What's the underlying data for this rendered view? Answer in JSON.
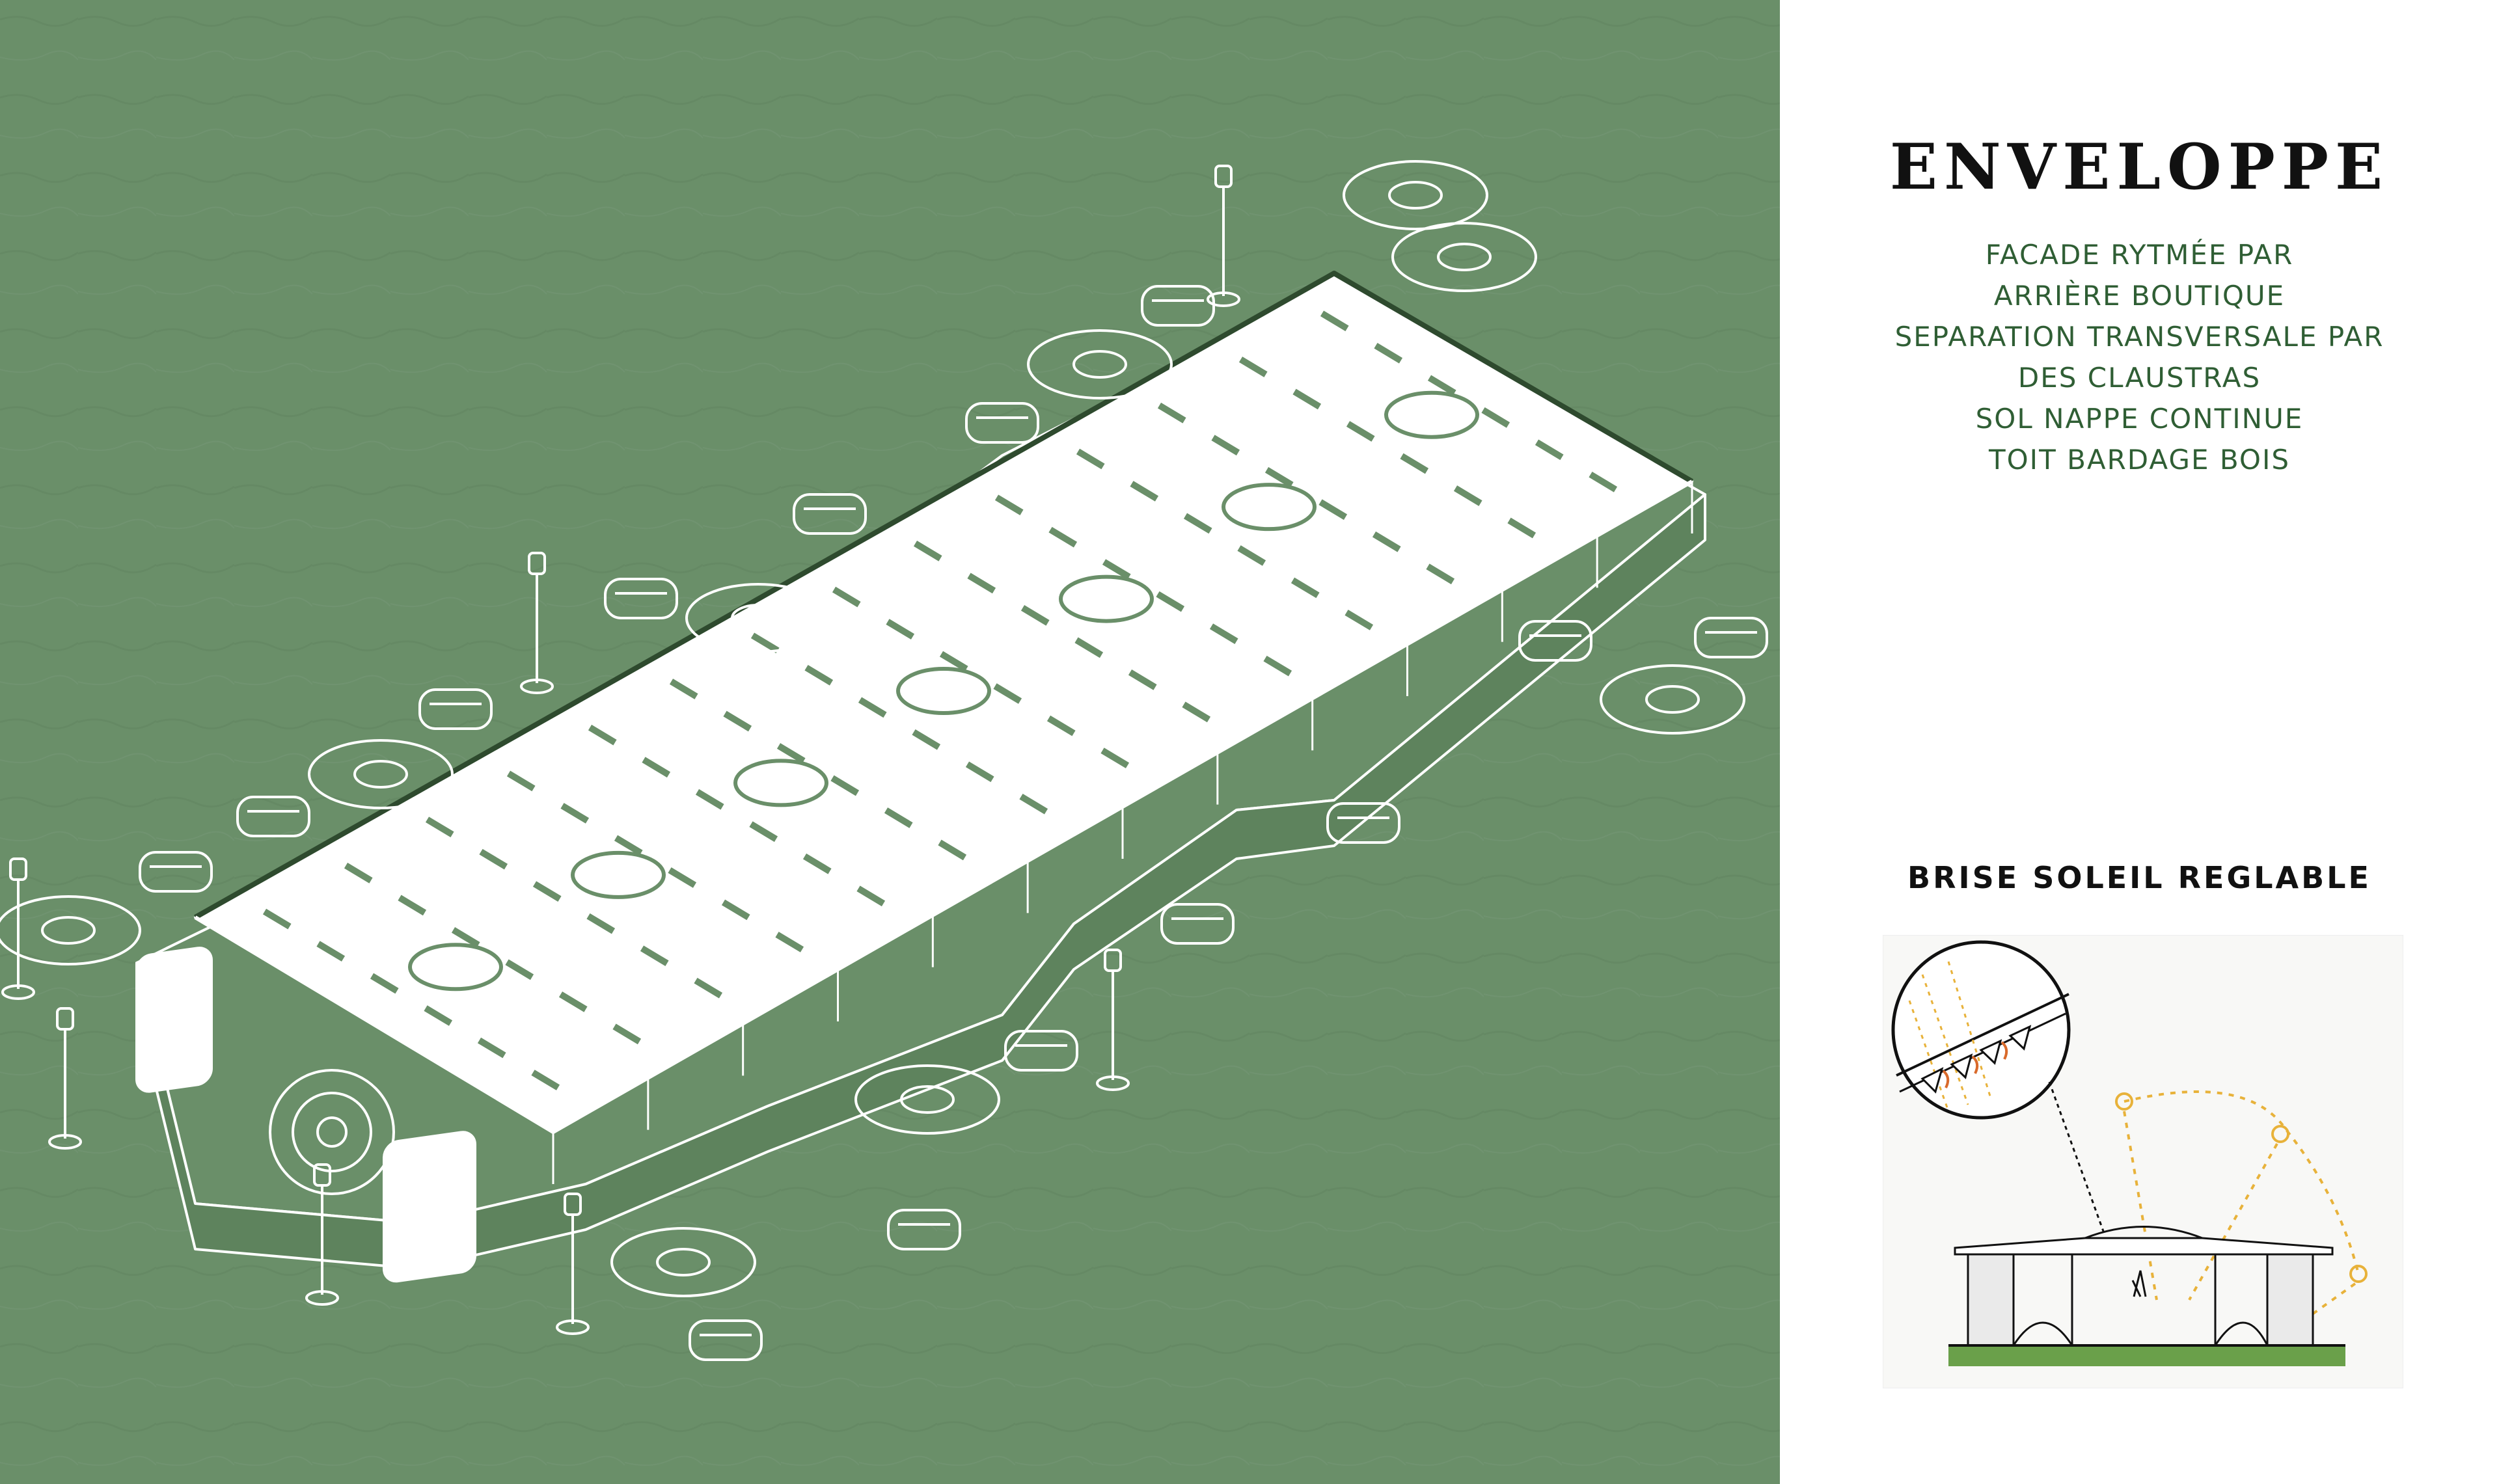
{
  "panel": {
    "title": "ENVELOPPE",
    "description": [
      "FACADE RYTMÉE PAR",
      "ARRIÈRE BOUTIQUE",
      "SEPARATION TRANSVERSALE PAR",
      "DES CLAUSTRAS",
      "SOL NAPPE CONTINUE",
      "TOIT BARDAGE BOIS"
    ],
    "subtitle": "BRISE SOLEIL REGLABLE"
  },
  "colors": {
    "background_green": "#6a8f69",
    "linework": "#ffffff",
    "text_green": "#2f5e34",
    "sun_yellow": "#e8b23a",
    "arrow_orange": "#d96a2b",
    "grass_green": "#6aa04a"
  }
}
